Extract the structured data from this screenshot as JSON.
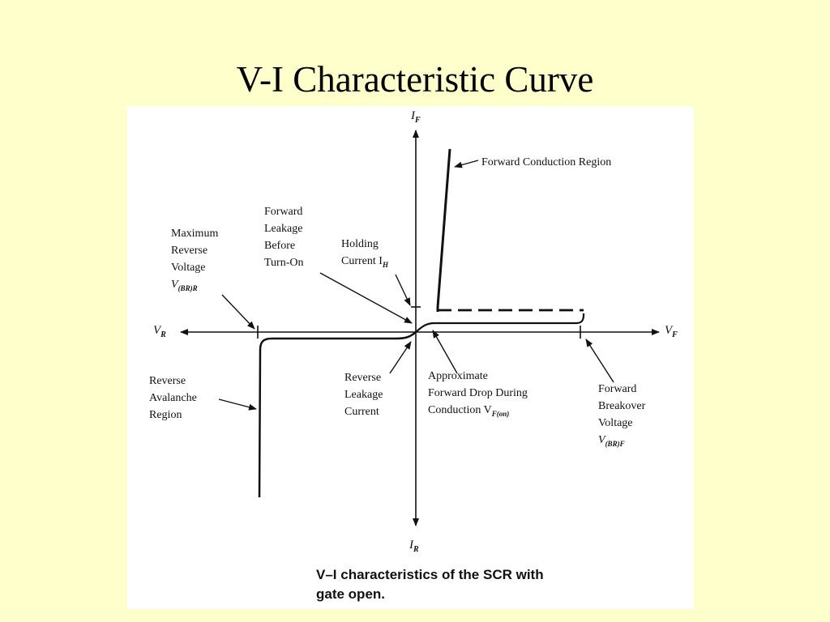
{
  "slide": {
    "title": "V-I Characteristic Curve"
  },
  "axes": {
    "y_pos": {
      "main": "I",
      "sub": "F"
    },
    "y_neg": {
      "main": "I",
      "sub": "R"
    },
    "x_pos": {
      "main": "V",
      "sub": "F"
    },
    "x_neg": {
      "main": "V",
      "sub": "R"
    }
  },
  "annotations": {
    "forward_conduction": "Forward Conduction Region",
    "forward_leakage": [
      "Forward",
      "Leakage",
      "Before",
      "Turn-On"
    ],
    "holding_current": {
      "line1": "Holding",
      "line2_text": "Current I",
      "line2_sub": "H"
    },
    "max_reverse_voltage": {
      "lines": [
        "Maximum",
        "Reverse",
        "Voltage"
      ],
      "symbol": "V",
      "symbol_sub": "(BR)R"
    },
    "reverse_avalanche": [
      "Reverse",
      "Avalanche",
      "Region"
    ],
    "reverse_leakage": [
      "Reverse",
      "Leakage",
      "Current"
    ],
    "forward_drop": {
      "lines": [
        "Approximate",
        "Forward Drop During"
      ],
      "line3_text": "Conduction V",
      "line3_sub": "F(on)"
    },
    "forward_breakover": {
      "lines": [
        "Forward",
        "Breakover",
        "Voltage"
      ],
      "symbol": "V",
      "symbol_sub": "(BR)F"
    }
  },
  "caption": [
    "V–I characteristics of the SCR with",
    "gate open."
  ],
  "colors": {
    "slide_bg": "#FFFFCC",
    "figure_bg": "#FFFFFF",
    "ink": "#111111"
  }
}
